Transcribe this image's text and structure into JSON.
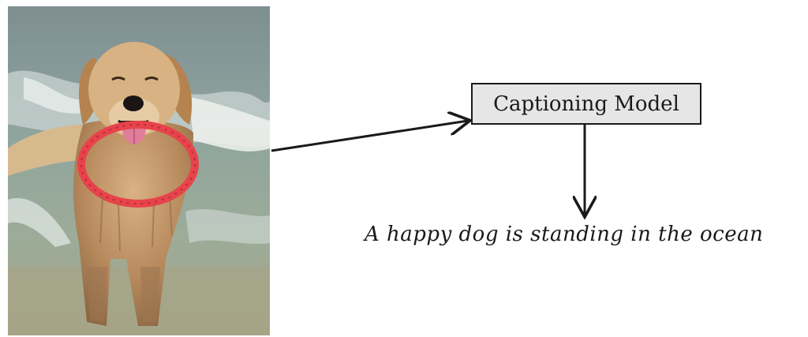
{
  "diagram": {
    "input_image": {
      "subject": "golden retriever dog standing in shallow ocean water with a red ring toy around its neck"
    },
    "model_label": "Captioning Model",
    "output_caption": "A happy dog is standing in the ocean"
  },
  "colors": {
    "box_fill": "#e6e6e6",
    "stroke": "#1a1a1a",
    "ring": "#e8434b"
  }
}
